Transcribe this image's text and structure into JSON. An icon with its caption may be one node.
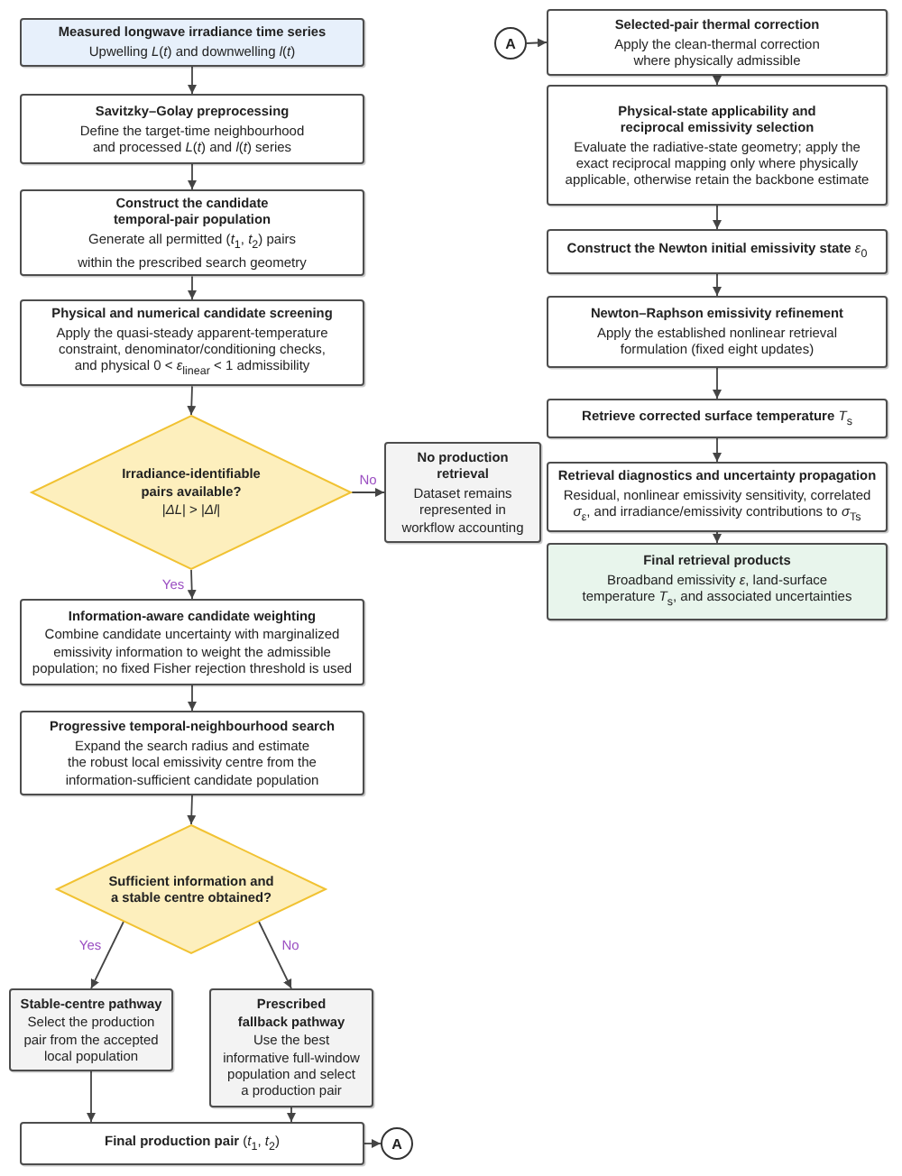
{
  "diagram": {
    "nodes": [
      {
        "text": [
          "Measured longwave irradiance time series",
          "Upwelling *L*(*t*) and downwelling *l*(*t*)"
        ]
      },
      {
        "text": [
          "Savitzky–Golay preprocessing",
          "Define the target-time neighbourhood and processed *L*(*t*) and *l*(*t*) series"
        ]
      },
      {
        "text": [
          "Construct the candidate temporal-pair population",
          "Generate all permitted (*t*$_{1}$, *t*$_{2}$) pairs within the prescribed search geometry"
        ]
      },
      {
        "text": [
          "Physical and numerical candidate screening",
          "Apply the quasi-steady apparent-temperature constraint, denominator/conditioning checks, and physical 0 < *ε*$_{linear}$ < 1 admissibility"
        ]
      },
      {
        "text": [
          "Irradiance-identifiable pairs available?",
          "|*ΔL*| > |*Δl*|"
        ]
      },
      {
        "text": [
          "No production retrieval",
          "Dataset remains represented in workflow accounting"
        ]
      },
      {
        "text": [
          "Information-aware candidate weighting",
          "Combine candidate uncertainty with marginalized emissivity information to weight the admissible population; no fixed Fisher rejection threshold is used"
        ]
      },
      {
        "text": [
          "Progressive temporal-neighbourhood search",
          "Expand the search radius and estimate the robust local emissivity centre from the information-sufficient candidate population"
        ]
      },
      {
        "text": [
          "Sufficient information and a stable centre obtained?"
        ]
      },
      {
        "text": [
          "Stable-centre pathway",
          "Select the production pair from the accepted local population"
        ]
      },
      {
        "text": [
          "Prescribed fallback pathway",
          "Use the best informative full-window population and select a production pair"
        ]
      },
      {
        "text": [
          "**Final production pair** (*t*$_{1}$, *t*$_{2}$)"
        ]
      },
      {
        "text": [
          "A"
        ]
      },
      {
        "text": [
          "A"
        ]
      },
      {
        "text": [
          "Selected-pair thermal correction",
          "Apply the clean-thermal correction where physically admissible"
        ]
      },
      {
        "text": [
          "Physical-state applicability and reciprocal emissivity selection",
          "Evaluate the radiative-state geometry; apply the exact reciprocal mapping only where physically applicable, otherwise retain the backbone estimate"
        ]
      },
      {
        "text": [
          "**Construct the Newton initial emissivity state** *ε*$_{0}$"
        ]
      },
      {
        "text": [
          "Newton–Raphson emissivity refinement",
          "Apply the established nonlinear retrieval formulation (fixed eight updates)"
        ]
      },
      {
        "text": [
          "**Retrieve corrected surface temperature** *T*$_{s}$"
        ]
      },
      {
        "text": [
          "Retrieval diagnostics and uncertainty propagation",
          "Residual, nonlinear emissivity sensitivity, correlated *σ*$_{ε}$, and irradiance/emissivity contributions to *σ*$_{Ts}$"
        ]
      },
      {
        "text": [
          "Final retrieval products",
          "Broadband emissivity *ε*, land-surface temperature *T*$_{s}$, and associated uncertainties"
        ]
      }
    ],
    "edges": [
      {
        "from": 0,
        "to": 1,
        "arrow": "to"
      },
      {
        "from": 1,
        "to": 2,
        "arrow": "to"
      },
      {
        "from": 2,
        "to": 3,
        "arrow": "to"
      },
      {
        "from": 3,
        "to": 4,
        "arrow": "to"
      },
      {
        "from": 4,
        "to": 5,
        "arrow": "to",
        "label": "No"
      },
      {
        "from": 4,
        "to": 6,
        "arrow": "to",
        "label": "Yes"
      },
      {
        "from": 6,
        "to": 7,
        "arrow": "to"
      },
      {
        "from": 7,
        "to": 8,
        "arrow": "to"
      },
      {
        "from": 8,
        "to": 9,
        "arrow": "to",
        "label": "Yes"
      },
      {
        "from": 8,
        "to": 10,
        "arrow": "to",
        "label": "No"
      },
      {
        "from": 9,
        "to": 11,
        "arrow": "to"
      },
      {
        "from": 10,
        "to": 11,
        "arrow": "to"
      },
      {
        "from": 11,
        "to": 12,
        "arrow": "to"
      },
      {
        "from": 13,
        "to": 14,
        "arrow": "to"
      },
      {
        "from": 14,
        "to": 15,
        "arrow": "to"
      },
      {
        "from": 15,
        "to": 16,
        "arrow": "to"
      },
      {
        "from": 16,
        "to": 17,
        "arrow": "to"
      },
      {
        "from": 17,
        "to": 18,
        "arrow": "to"
      },
      {
        "from": 18,
        "to": 19,
        "arrow": "to"
      },
      {
        "from": 19,
        "to": 20,
        "arrow": "to"
      }
    ]
  }
}
